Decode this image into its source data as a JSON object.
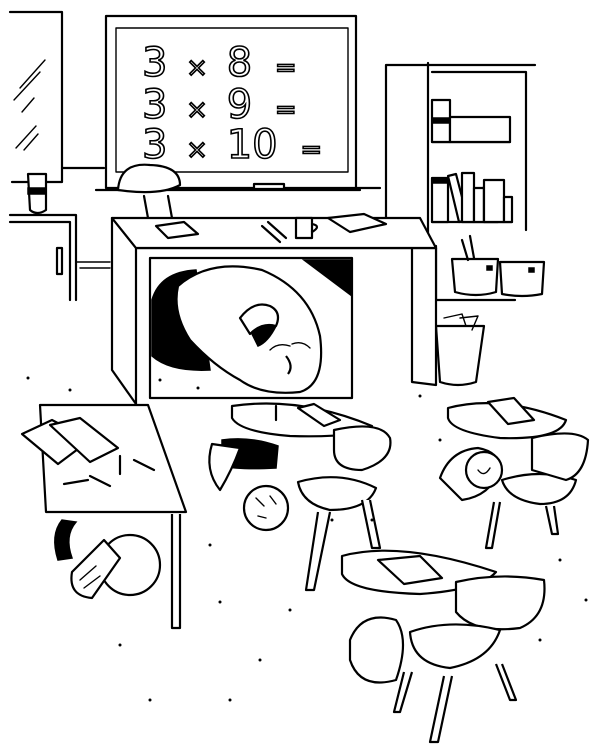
{
  "illustration": {
    "subject": "Classroom earthquake drill - teacher and students taking cover under desks",
    "style": "black-and-white line art",
    "colors": {
      "line": "#000000",
      "background": "#ffffff"
    }
  },
  "chalkboard": {
    "lines": [
      {
        "left": "3",
        "op": "×",
        "right": "8",
        "eq": "="
      },
      {
        "left": "3",
        "op": "×",
        "right": "9",
        "eq": "="
      },
      {
        "left": "3",
        "op": "×",
        "right": "10",
        "eq": "="
      }
    ]
  },
  "elements": {
    "window": "window-with-glare",
    "cup": "cup-on-counter",
    "cabinet": "lower-cabinet",
    "teacher_desk": "teacher-desk",
    "teacher": "teacher-under-desk",
    "bookshelf": "bookshelf-with-books",
    "buckets": "paint-buckets",
    "wastebasket": "wastebasket",
    "student_desks": [
      "student-desk-left",
      "student-desk-center",
      "student-desk-right",
      "student-desk-front"
    ]
  }
}
